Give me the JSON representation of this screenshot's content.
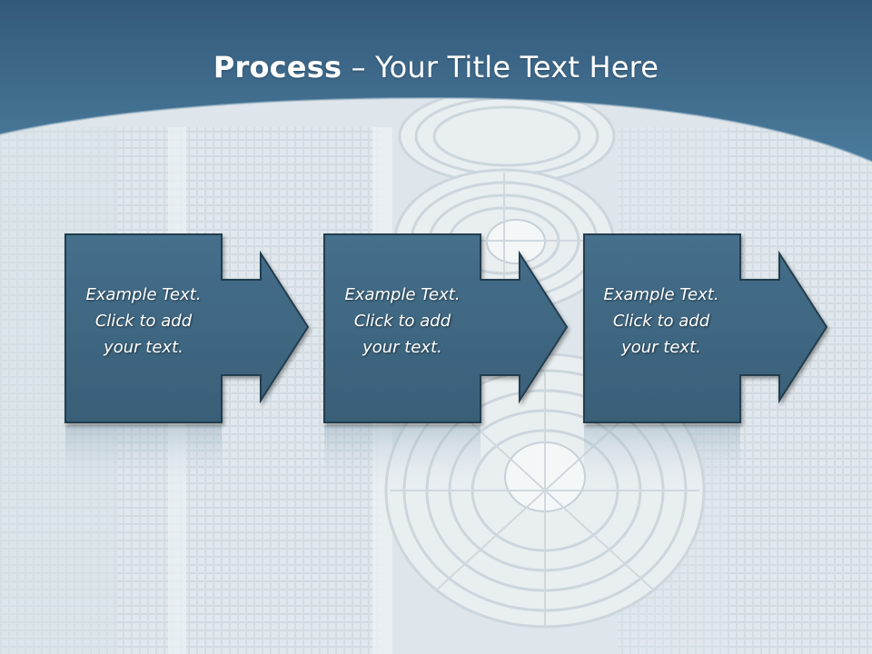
{
  "slide": {
    "title_bold": "Process",
    "title_sep": " – ",
    "title_rest": "Your Title Text Here"
  },
  "steps": [
    {
      "lines": [
        "Example Text.",
        "Click  to add",
        "your text."
      ]
    },
    {
      "lines": [
        "Example Text.",
        "Click  to add",
        "your text."
      ]
    },
    {
      "lines": [
        "Example Text.",
        "Click  to add",
        "your text."
      ]
    }
  ],
  "colors": {
    "header": "#3f6d8d",
    "box": "#3f6882",
    "box_border": "#253f52",
    "background": "#dfe7ec"
  }
}
